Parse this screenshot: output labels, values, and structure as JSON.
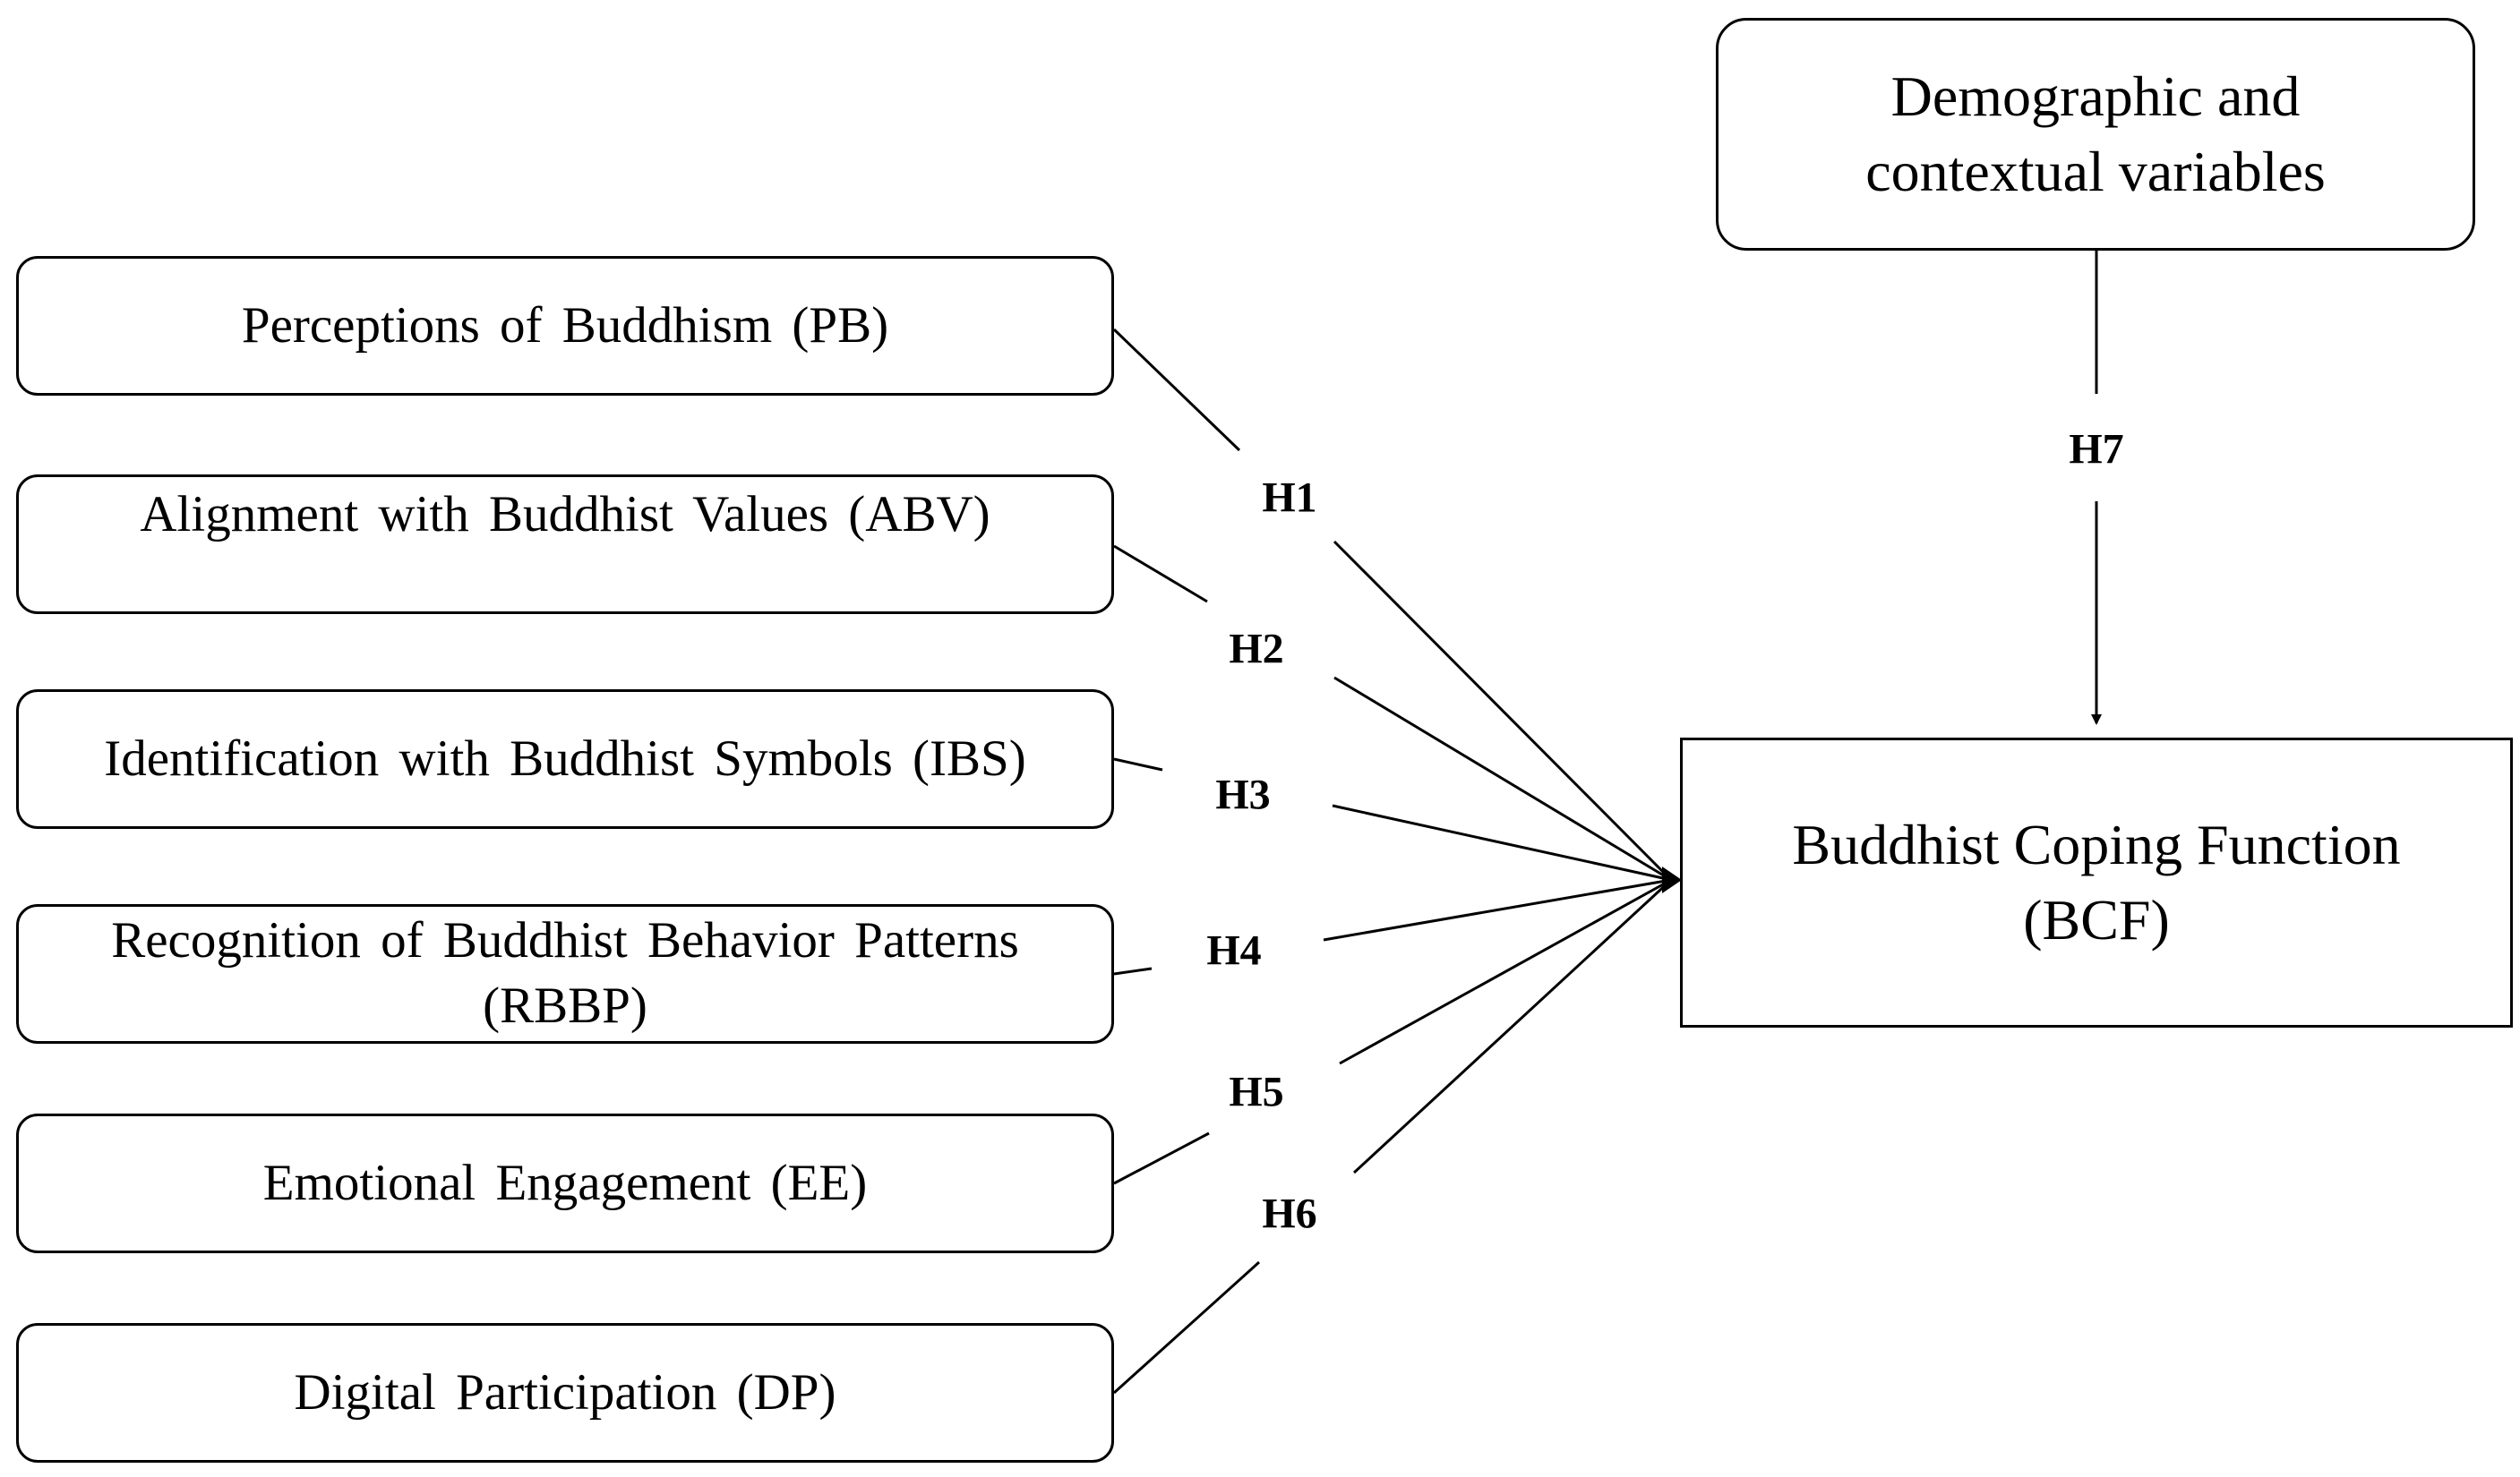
{
  "predictors": [
    {
      "id": "pb",
      "label": "Perceptions of Buddhism (PB)"
    },
    {
      "id": "abv",
      "label": "Alignment with Buddhist Values (ABV)"
    },
    {
      "id": "ibs",
      "label": "Identification with Buddhist Symbols (IBS)"
    },
    {
      "id": "rbbp",
      "label": "Recognition of Buddhist Behavior Patterns (RBBP)"
    },
    {
      "id": "ee",
      "label": "Emotional Engagement (EE)"
    },
    {
      "id": "dp",
      "label": "Digital Participation (DP)"
    }
  ],
  "context_box": {
    "line1": "Demographic and",
    "line2": "contextual variables"
  },
  "outcome_box": {
    "line1": "Buddhist Coping Function",
    "line2": "(BCF)"
  },
  "hypotheses": {
    "h1": "H1",
    "h2": "H2",
    "h3": "H3",
    "h4": "H4",
    "h5": "H5",
    "h6": "H6",
    "h7": "H7"
  },
  "links": [
    {
      "from": "pb",
      "to": "bcf",
      "hypothesis": "H1"
    },
    {
      "from": "abv",
      "to": "bcf",
      "hypothesis": "H2"
    },
    {
      "from": "ibs",
      "to": "bcf",
      "hypothesis": "H3"
    },
    {
      "from": "rbbp",
      "to": "bcf",
      "hypothesis": "H4"
    },
    {
      "from": "ee",
      "to": "bcf",
      "hypothesis": "H5"
    },
    {
      "from": "dp",
      "to": "bcf",
      "hypothesis": "H6"
    },
    {
      "from": "context",
      "to": "bcf",
      "hypothesis": "H7"
    }
  ]
}
